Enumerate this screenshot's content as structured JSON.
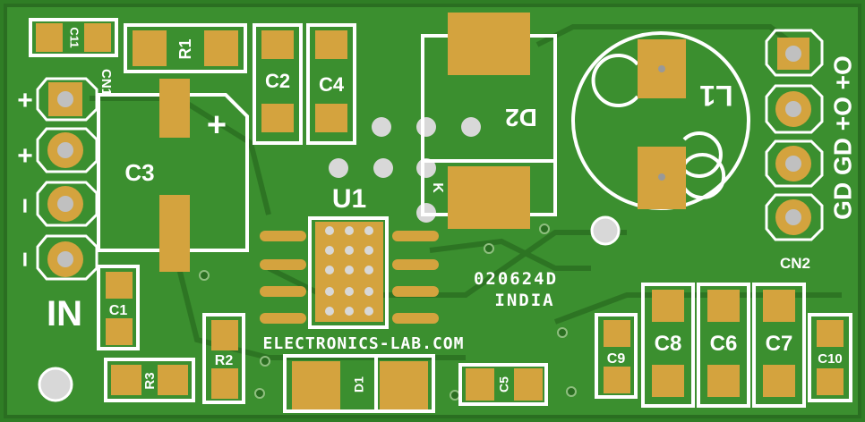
{
  "board": {
    "colors": {
      "substrate": "#2f7d25",
      "copper": "#3d9330",
      "trace": "#2a6e21",
      "pad": "#d4a33e",
      "drill": "#d8d8d8",
      "silk": "#ffffff"
    },
    "labels": {
      "c11": "C11",
      "r1": "R1",
      "cn1": "CN1",
      "c2": "C2",
      "c4": "C4",
      "d2": "D2",
      "l1": "L1",
      "out_label": "GD GD +O +O",
      "c3": "C3",
      "plus_c3": "+",
      "u1": "U1",
      "k_mark": "K",
      "in": "IN",
      "c1": "C1",
      "code": "020624D",
      "country": "INDIA",
      "cn2": "CN2",
      "c8": "C8",
      "c6": "C6",
      "c7": "C7",
      "c9": "C9",
      "c10": "C10",
      "r2": "R2",
      "website": "ELECTRONICS-LAB.COM",
      "r3": "R3",
      "d1": "D1",
      "c5": "C5",
      "in_plus_1": "+",
      "in_plus_2": "+",
      "in_minus_1": "−",
      "in_minus_2": "−"
    }
  }
}
